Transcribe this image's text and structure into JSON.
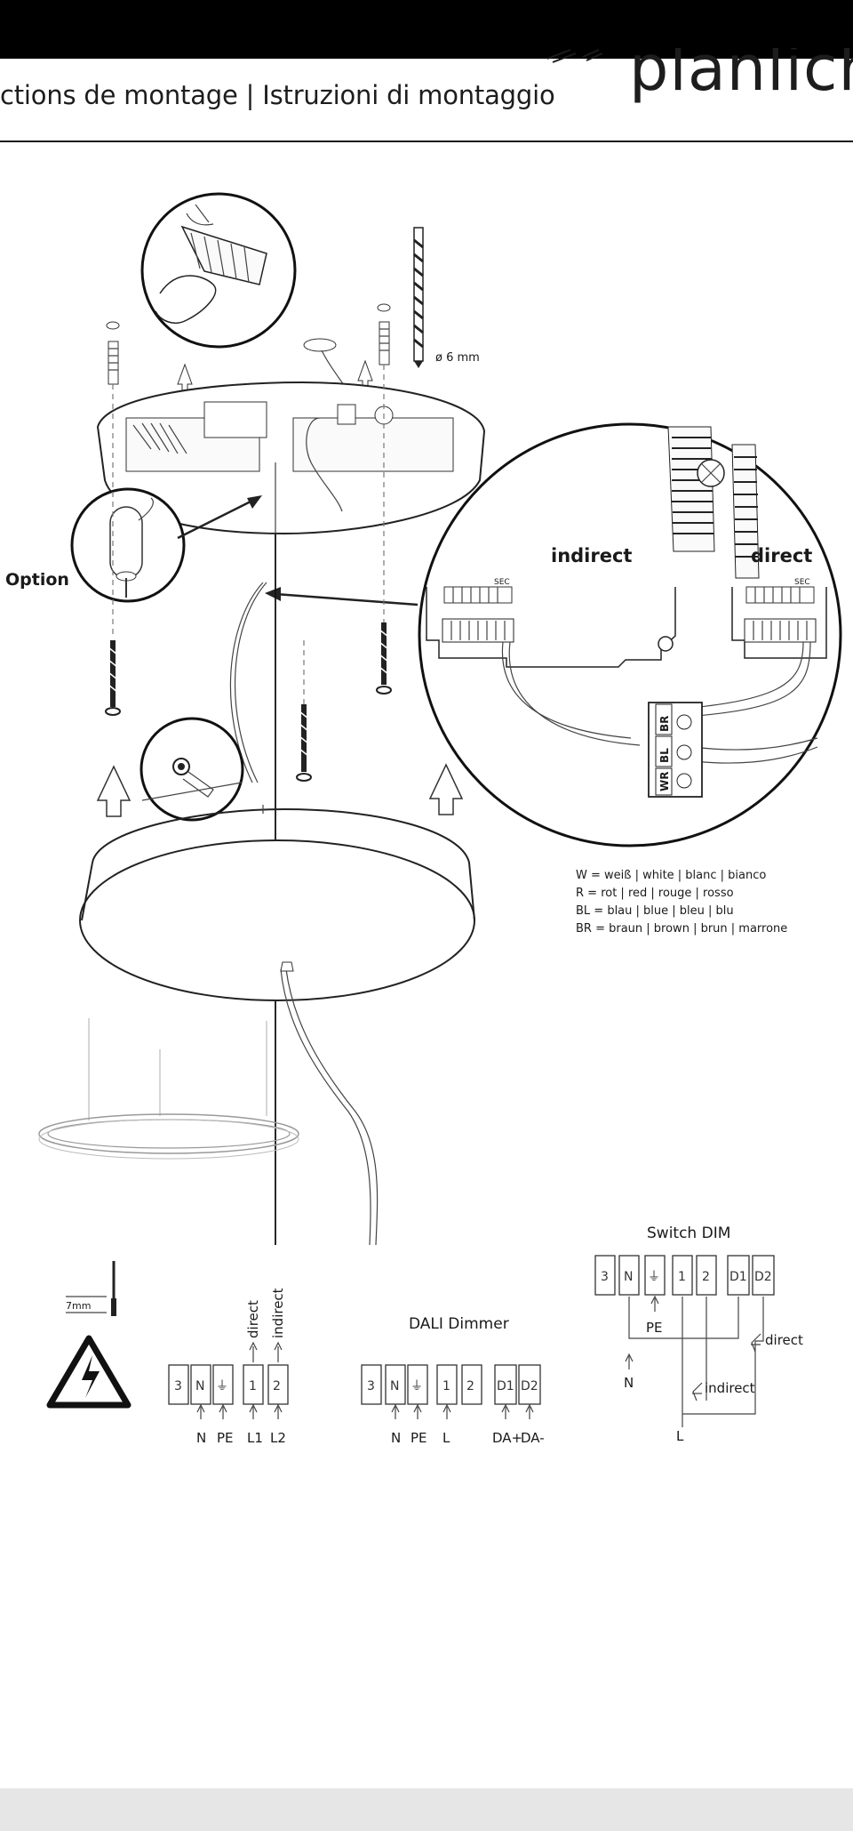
{
  "header": {
    "title": "ctions de montage | Istruzioni di montaggio",
    "logo": "planlicht"
  },
  "callouts": {
    "drill_size": "ø 6 mm",
    "option": "Option",
    "indirect": "indirect",
    "direct": "direct",
    "sec": "SEC",
    "connector_labels": [
      "BR",
      "BL",
      "WR"
    ]
  },
  "color_legend": [
    "W = weiß | white | blanc | bianco",
    "R = rot | red | rouge | rosso",
    "BL = blau | blue | bleu | blu",
    "BR = braun | brown | brun | marrone"
  ],
  "strip_length": "7mm",
  "wiring_standard": {
    "terminals": [
      "3",
      "N",
      "⏚",
      "1",
      "2"
    ],
    "lead_labels": [
      "direct",
      "indirect"
    ],
    "bottom_labels": [
      "N",
      "PE",
      "L1",
      "L2"
    ]
  },
  "wiring_dali": {
    "title": "DALI Dimmer",
    "terminals": [
      "3",
      "N",
      "⏚",
      "1",
      "2",
      "D1",
      "D2"
    ],
    "bottom_labels": [
      "N",
      "PE",
      "L",
      "DA+",
      "DA-"
    ]
  },
  "wiring_switch": {
    "title": "Switch DIM",
    "terminals": [
      "3",
      "N",
      "⏚",
      "1",
      "2",
      "D1",
      "D2"
    ],
    "labels": {
      "pe": "PE",
      "n": "N",
      "l": "L",
      "direct": "direct",
      "indirect": "indirect"
    }
  },
  "colors": {
    "ink": "#1a1a1a",
    "footer": "#e6e6e6",
    "header_bar": "#000000"
  }
}
